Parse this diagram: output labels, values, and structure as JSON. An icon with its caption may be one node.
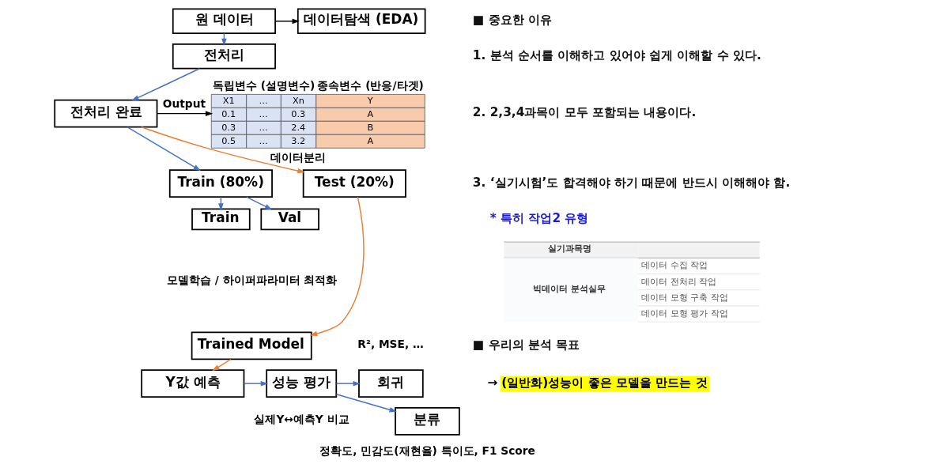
{
  "diagram": {
    "nodes": [
      {
        "text": [
          "원 데이터"
        ]
      },
      {
        "text": [
          "데이터탐색 (EDA)"
        ]
      },
      {
        "text": [
          "전처리"
        ]
      },
      {
        "text": [
          "전처리 완료"
        ]
      },
      {
        "text": [
          "독립변수 (설명변수)",
          "종속변수 (반응/타겟)",
          "X1",
          "…",
          "Xn",
          "Y",
          "0.1",
          "…",
          "0.3",
          "A",
          "0.3",
          "…",
          "2.4",
          "B",
          "0.5",
          "…",
          "3.2",
          "A"
        ]
      },
      {
        "text": [
          "Train (80%)"
        ]
      },
      {
        "text": [
          "Test (20%)"
        ]
      },
      {
        "text": [
          "Train"
        ]
      },
      {
        "text": [
          "Val"
        ]
      },
      {
        "text": [
          "Trained Model"
        ]
      },
      {
        "text": [
          "Y값 예측"
        ]
      },
      {
        "text": [
          "성능 평가"
        ],
        "beside": [
          "실제Y↔예측Y 비교"
        ]
      },
      {
        "text": [
          "회귀"
        ],
        "beside": [
          "R², MSE, …"
        ]
      },
      {
        "text": [
          "분류"
        ],
        "beside": [
          "정확도, 민감도(재현율) 특이도, F1 Score"
        ]
      }
    ],
    "edges": [
      {
        "from": 0,
        "to": 1,
        "arrow": "to",
        "color": "#000000"
      },
      {
        "from": 0,
        "to": 2,
        "arrow": "to"
      },
      {
        "from": 2,
        "to": 3,
        "arrow": "to"
      },
      {
        "from": 3,
        "to": 4,
        "arrow": "to",
        "label": "Output",
        "color": "#000000"
      },
      {
        "from": 3,
        "to": 5,
        "arrow": "to"
      },
      {
        "from": 3,
        "to": 6,
        "arrow": "to",
        "label": "데이터분리",
        "color": "#ed7d31"
      },
      {
        "from": 5,
        "to": 7,
        "arrow": "to"
      },
      {
        "from": 5,
        "to": 8,
        "arrow": "to"
      },
      {
        "from": 6,
        "to": 9,
        "arrow": "to",
        "color": "#ed7d31"
      },
      {
        "from": 9,
        "to": 10,
        "arrow": "to",
        "color": "#ed7d31"
      },
      {
        "from": 10,
        "to": 11,
        "arrow": "to"
      },
      {
        "from": 11,
        "to": 12,
        "arrow": "to"
      },
      {
        "from": 11,
        "to": 13,
        "arrow": "to"
      }
    ],
    "labels": [
      "모델학습 / 하이퍼파라미터 최적화",
      "■ 중요한 이유",
      "1. 분석 순서를 이해하고 있어야 쉽게 이해할 수 있다.",
      "2. 2,3,4과목이 모두 포함되는 내용이다.",
      "3. ‘실기시험’도 합격해야 하기 때문에 반드시 이해해야 함.",
      "* 특히 작업2 유형",
      "실기과목명",
      "빅데이터 분석실무",
      "데이터 수집 작업",
      "데이터 전처리 작업",
      "데이터 모형 구축 작업",
      "데이터 모형 평가 작업",
      "■ 우리의 분석 목표",
      "→",
      "(일반화)성능이 좋은 모델을 만드는 것"
    ]
  }
}
